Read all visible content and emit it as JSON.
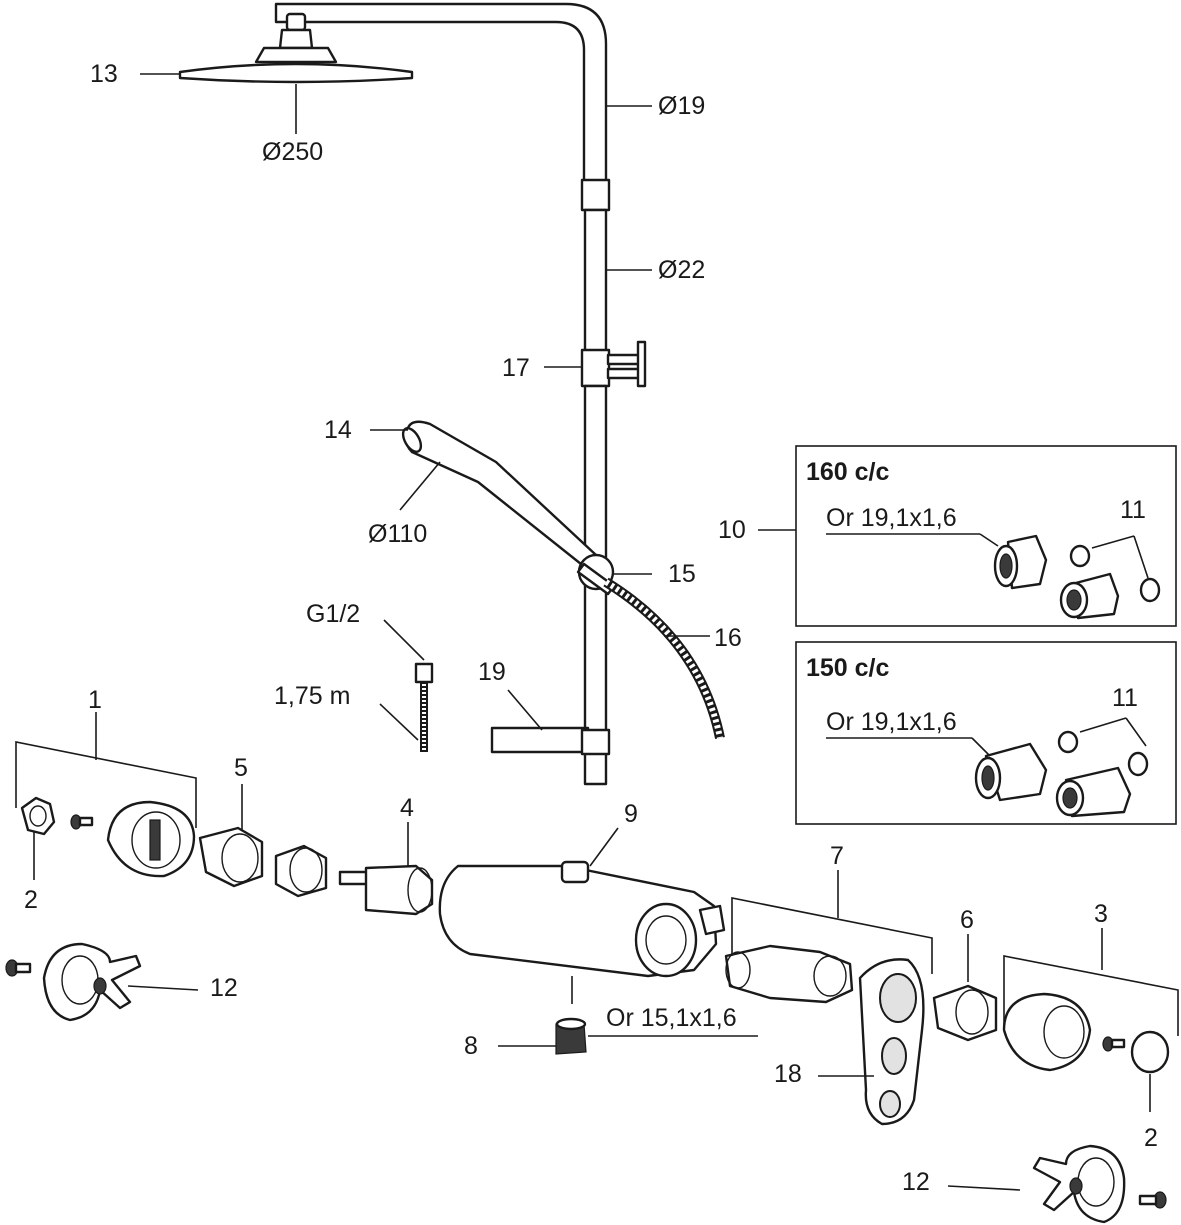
{
  "callouts": {
    "c1": "1",
    "c2_left": "2",
    "c2_right": "2",
    "c3": "3",
    "c4": "4",
    "c5": "5",
    "c6": "6",
    "c7": "7",
    "c8": "8",
    "c9": "9",
    "c10": "10",
    "c11_top": "11",
    "c11_bottom": "11",
    "c12_left": "12",
    "c12_right": "12",
    "c13": "13",
    "c14": "14",
    "c15": "15",
    "c16": "16",
    "c17": "17",
    "c18": "18",
    "c19": "19"
  },
  "dimensions": {
    "head_diameter": "Ø250",
    "upper_pipe": "Ø19",
    "lower_pipe": "Ø22",
    "hand_shower": "Ø110",
    "hose_thread": "G1/2",
    "hose_length": "1,75 m",
    "oring_8": "Or 15,1x1,6"
  },
  "boxes": {
    "box160": {
      "title": "160 c/c",
      "oring": "Or 19,1x1,6"
    },
    "box150": {
      "title": "150 c/c",
      "oring": "Or 19,1x1,6"
    }
  }
}
